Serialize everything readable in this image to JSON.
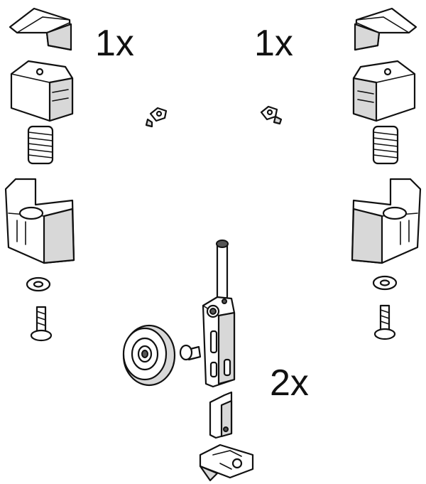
{
  "labels": {
    "qty_top_left": "1x",
    "qty_top_right": "1x",
    "qty_bottom": "2x"
  },
  "colors": {
    "line": "#111111",
    "fill": "#ffffff",
    "shade": "#d8d8d8"
  }
}
